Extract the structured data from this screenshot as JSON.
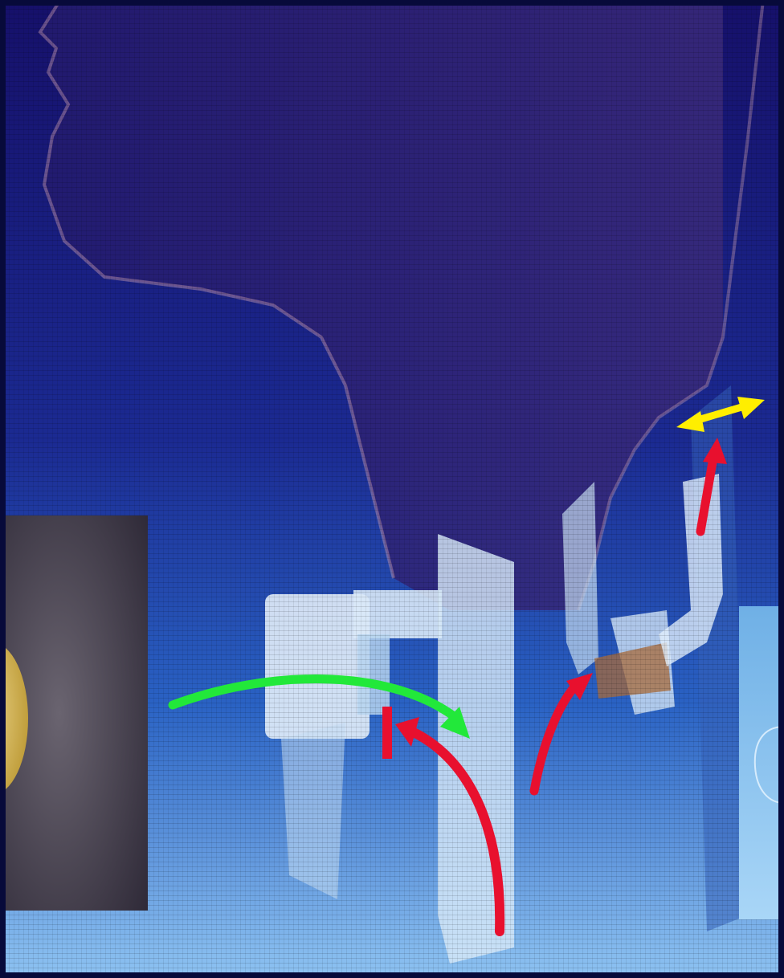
{
  "scene": {
    "subject": "voice-prosthesis-illustration",
    "colors": {
      "bg_top": "#16106a",
      "bg_mid": "#1c3aa6",
      "bg_bottom": "#7fb8ee",
      "airflow_red": "#e8102e",
      "airflow_green": "#22e83a",
      "yellow_arrow": "#ffee00"
    },
    "arrows": [
      {
        "name": "green-flow-arrow",
        "color": "airflow_green",
        "meaning": "air-into-device"
      },
      {
        "name": "red-blocked-arrow",
        "color": "airflow_red",
        "meaning": "blocked-flow"
      },
      {
        "name": "red-valve-arrow",
        "color": "airflow_red",
        "meaning": "air-through-valve"
      },
      {
        "name": "red-esophagus-arrow",
        "color": "airflow_red",
        "meaning": "air-upward"
      },
      {
        "name": "yellow-vibration-arrow",
        "color": "yellow_arrow",
        "meaning": "tissue-vibration"
      }
    ]
  }
}
